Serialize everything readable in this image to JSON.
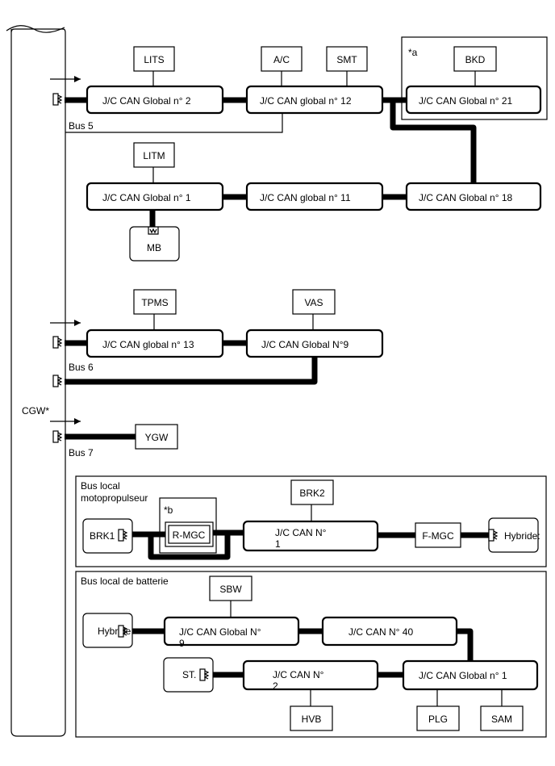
{
  "gateway": {
    "label": "CGW*"
  },
  "buses": {
    "bus5": "Bus 5",
    "bus6": "Bus 6",
    "bus7": "Bus 7"
  },
  "junctions": {
    "jc2": "J/C CAN Global n° 2",
    "jc12": "J/C CAN global n° 12",
    "jc21": "J/C CAN Global n° 21",
    "jc1a": "J/C CAN Global n° 1",
    "jc11": "J/C CAN global n° 11",
    "jc18": "J/C CAN Global n° 18",
    "jc13": "J/C CAN global n° 13",
    "jc9a": "J/C CAN Global N°9",
    "jcn1_line1": "J/C CAN N°",
    "jcn1_line2": "1",
    "jcg9_line1": "J/C CAN Global N°",
    "jcg9_line2": "9",
    "jc40": "J/C CAN N° 40",
    "jcn2_line1": "J/C CAN N°",
    "jcn2_line2": "2",
    "jc1b": "J/C CAN Global n° 1"
  },
  "ecus": {
    "lits": "LITS",
    "ac": "A/C",
    "smt": "SMT",
    "bkd": "BKD",
    "litm": "LITM",
    "mb": "MB",
    "tpms": "TPMS",
    "vas": "VAS",
    "ygw": "YGW",
    "brk2": "BRK2",
    "brk1": "BRK1",
    "rmgc": "R-MGC",
    "fmgc": "F-MGC",
    "hybrid1": "Hybride:",
    "sbw": "SBW",
    "hybrid2": "Hybride",
    "st": "ST.",
    "hvb": "HVB",
    "plg": "PLG",
    "sam": "SAM"
  },
  "notes": {
    "a": "*a",
    "b": "*b"
  },
  "groups": {
    "power_line1": "Bus local",
    "power_line2": "motopropulseur",
    "battery": "Bus local de batterie"
  }
}
